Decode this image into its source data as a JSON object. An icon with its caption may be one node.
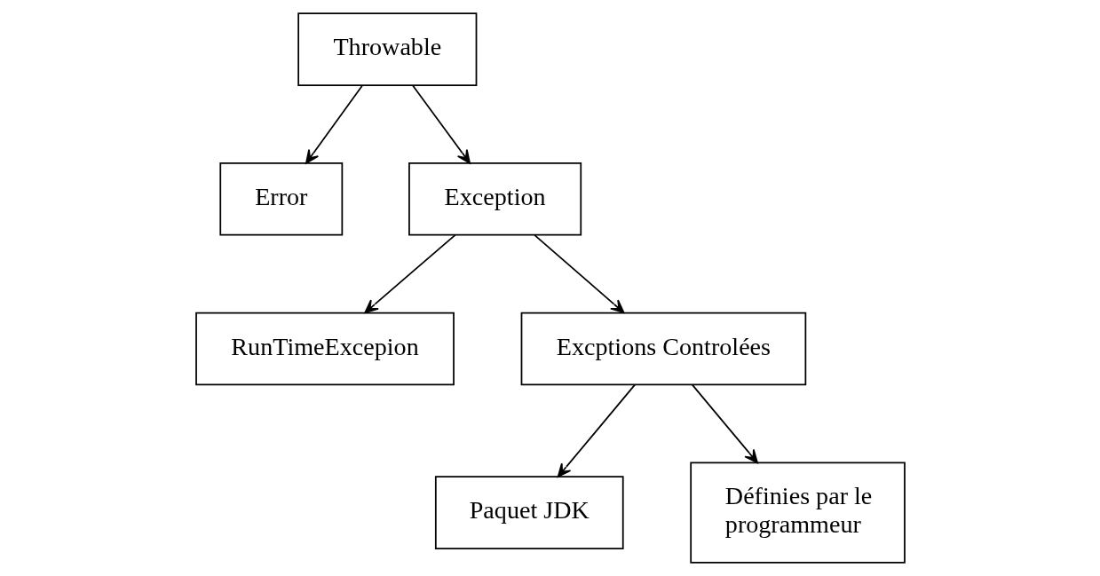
{
  "diagram": {
    "nodes": [
      {
        "text": [
          "Throwable"
        ]
      },
      {
        "text": [
          "Error"
        ]
      },
      {
        "text": [
          "Exception"
        ]
      },
      {
        "text": [
          "RunTimeExcepion"
        ]
      },
      {
        "text": [
          "Excptions Controlées"
        ]
      },
      {
        "text": [
          "Paquet JDK"
        ]
      },
      {
        "text": [
          "Définies par le programmeur"
        ]
      }
    ],
    "edges": [
      {
        "from": 0,
        "to": 1,
        "arrow": "to"
      },
      {
        "from": 0,
        "to": 2,
        "arrow": "to"
      },
      {
        "from": 2,
        "to": 3,
        "arrow": "to"
      },
      {
        "from": 2,
        "to": 4,
        "arrow": "to"
      },
      {
        "from": 4,
        "to": 5,
        "arrow": "to"
      },
      {
        "from": 4,
        "to": 6,
        "arrow": "to"
      }
    ]
  }
}
